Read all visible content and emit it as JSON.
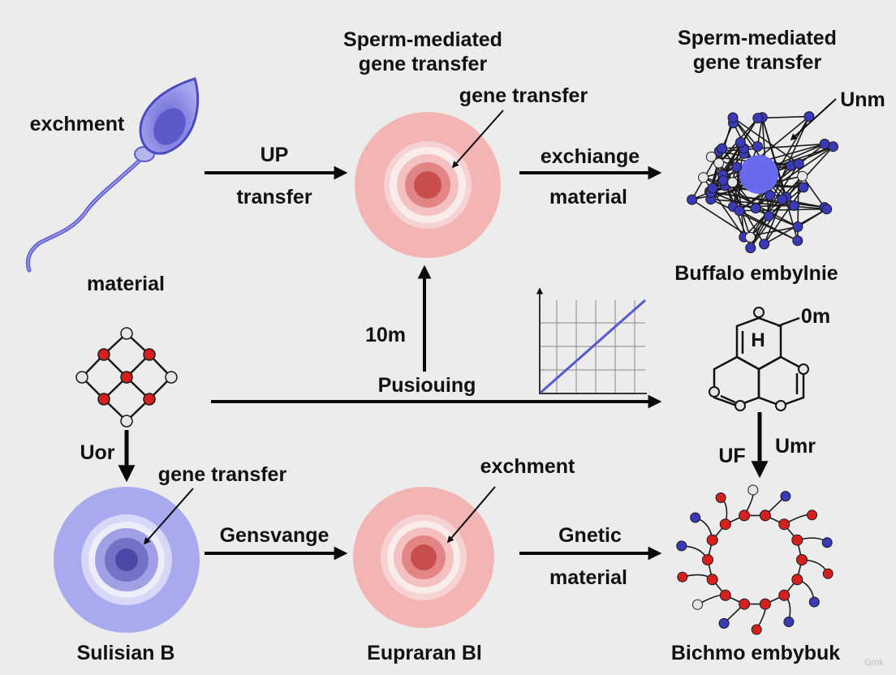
{
  "labels": {
    "sperm_top": "exchment",
    "sperm_bottom": "material",
    "arrow1_top": "UP",
    "arrow1_bottom": "transfer",
    "cell1_title": "Sperm-mediated\ngene transfer",
    "cell1_pointer": "gene transfer",
    "arrow2_top": "exchiange",
    "arrow2_bottom": "material",
    "network1_title": "Sperm-mediated\ngene transfer",
    "network1_pointer": "Unm",
    "network1_caption": "Buffalo embylnie",
    "up_arrow_label": "10m",
    "long_arrow_label": "Pusiouing",
    "molecule_atom": "H",
    "molecule_label": "0m",
    "down_arrow_left_label": "Uor",
    "down_arrow_right_left_label": "UF",
    "down_arrow_right_right_label": "Umr",
    "cell_blue_pointer": "gene transfer",
    "cell_blue_caption": "Sulisian B",
    "arrow3_top": "Gensvange",
    "cell3_pointer": "exchment",
    "cell3_caption": "Eupraran Bl",
    "arrow4_top": "Gnetic",
    "arrow4_bottom": "material",
    "network2_caption": "Bichmo embybuk",
    "watermark": "Grok"
  },
  "colors": {
    "background": "#ececec",
    "pink_outer": "#f3b4b4",
    "pink_core": "#c94f4f",
    "blue_outer": "#a9a9f0",
    "blue_core": "#4a4aa6",
    "node_blue": "#3a3ab8",
    "node_red": "#d62020",
    "node_white": "#e6e6e6",
    "graph_line": "#5858d0",
    "arrow": "#0a0a0a"
  }
}
